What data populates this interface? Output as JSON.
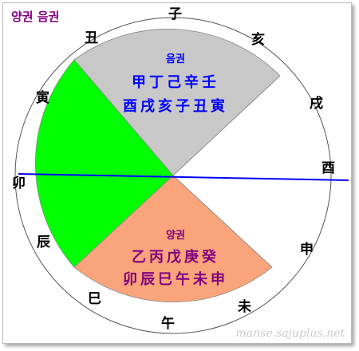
{
  "title": "양권 음권",
  "branches": {
    "ja": "子",
    "chuk": "丑",
    "in": "寅",
    "myo": "卯",
    "jin": "辰",
    "sa": "巳",
    "o": "午",
    "mi": "未",
    "sin": "申",
    "yu": "酉",
    "sul": "戌",
    "hae": "亥"
  },
  "top_segment": {
    "label": "음권",
    "row1": "甲丁己辛壬",
    "row2": "酉戌亥子丑寅",
    "fill": "#c8c8c8",
    "text_color": "#0000ff"
  },
  "bottom_segment": {
    "label": "양권",
    "row1": "乙丙戊庚癸",
    "row2": "卯辰巳午未申",
    "fill": "#f9a47b",
    "text_color": "#800080"
  },
  "left_segment": {
    "fill": "#00ff00"
  },
  "divider_color": "#0000ff",
  "footer": "manse.sajuplus.net"
}
